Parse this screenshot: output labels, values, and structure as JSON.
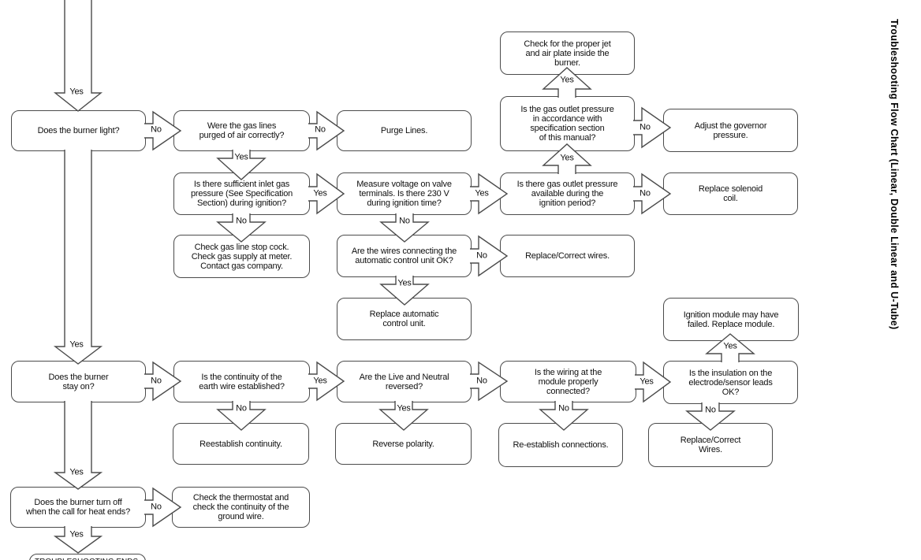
{
  "title_vertical": "Troubleshooting Flow Chart (Linear, Double Linear and U-Tube)",
  "labels": {
    "yes": "Yes",
    "no": "No"
  },
  "colors": {
    "line": "#4b4b4b",
    "text": "#101010",
    "background": "#ffffff"
  },
  "nodes": {
    "burner_light": {
      "text": "Does the burner light?"
    },
    "gas_lines_purged": {
      "text": "Were the gas lines\npurged of air correctly?"
    },
    "purge_lines": {
      "text": "Purge Lines."
    },
    "proper_jet": {
      "text": "Check for the proper jet\nand air plate inside the\nburner."
    },
    "outlet_pressure_spec": {
      "text": "Is the gas outlet pressure\nin accordance with\nspecification section\nof this manual?"
    },
    "adjust_governor": {
      "text": "Adjust the governor\npressure."
    },
    "inlet_gas_pressure": {
      "text": "Is there sufficient inlet gas\npressure (See Specification\nSection) during ignition?"
    },
    "measure_voltage": {
      "text": "Measure voltage on valve\nterminals. Is there 230 V\nduring ignition time?"
    },
    "outlet_pressure_ignition": {
      "text": "Is there gas outlet pressure\navailable during the\nignition period?"
    },
    "replace_solenoid": {
      "text": "Replace solenoid\ncoil."
    },
    "check_stop_cock": {
      "text": "Check gas line stop cock.\nCheck gas supply at meter.\nContact gas company."
    },
    "wires_control_unit": {
      "text": "Are the wires connecting the\nautomatic control unit OK?"
    },
    "replace_correct_wires_1": {
      "text": "Replace/Correct wires."
    },
    "replace_control_unit": {
      "text": "Replace automatic\ncontrol unit."
    },
    "ignition_module_failed": {
      "text": "Ignition module may have\nfailed. Replace module."
    },
    "burner_stay_on": {
      "text": "Does the burner\nstay on?"
    },
    "earth_wire_continuity": {
      "text": "Is the continuity of the\nearth wire established?"
    },
    "live_neutral_reversed": {
      "text": "Are the Live and Neutral\nreversed?"
    },
    "module_wiring": {
      "text": "Is the wiring at the\nmodule properly\nconnected?"
    },
    "insulation_leads": {
      "text": "Is the insulation on the\nelectrode/sensor leads\nOK?"
    },
    "reestablish_continuity": {
      "text": "Reestablish continuity."
    },
    "reverse_polarity": {
      "text": "Reverse polarity."
    },
    "reestablish_connections": {
      "text": "Re-establish connections."
    },
    "replace_correct_wires_2": {
      "text": "Replace/Correct\nWires."
    },
    "burner_turn_off": {
      "text": "Does the burner turn off\nwhen the call for heat ends?"
    },
    "check_thermostat": {
      "text": "Check the thermostat and\ncheck the continuity of the\nground wire."
    },
    "troubleshooting_ends": {
      "text": "TROUBLESHOOTING ENDS."
    }
  }
}
